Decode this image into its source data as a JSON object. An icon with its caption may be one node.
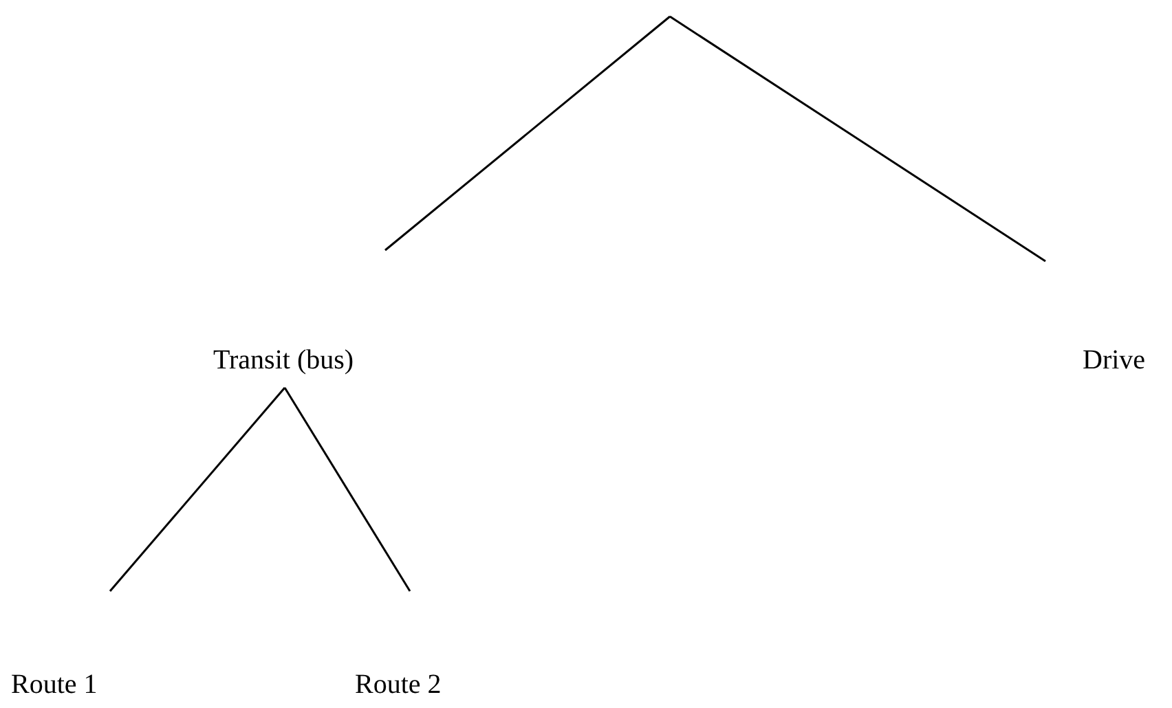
{
  "diagram": {
    "nodes": [
      {
        "text": [
          "Transit (bus)"
        ]
      },
      {
        "text": [
          "Drive"
        ]
      },
      {
        "text": [
          "Route 1"
        ]
      },
      {
        "text": [
          "Route 2"
        ]
      }
    ],
    "edges": [
      {
        "from": null,
        "to": 0,
        "arrow": "none"
      },
      {
        "from": null,
        "to": 1,
        "arrow": "none"
      },
      {
        "from": 0,
        "to": 2,
        "arrow": "none"
      },
      {
        "from": 0,
        "to": 3,
        "arrow": "none"
      }
    ]
  }
}
